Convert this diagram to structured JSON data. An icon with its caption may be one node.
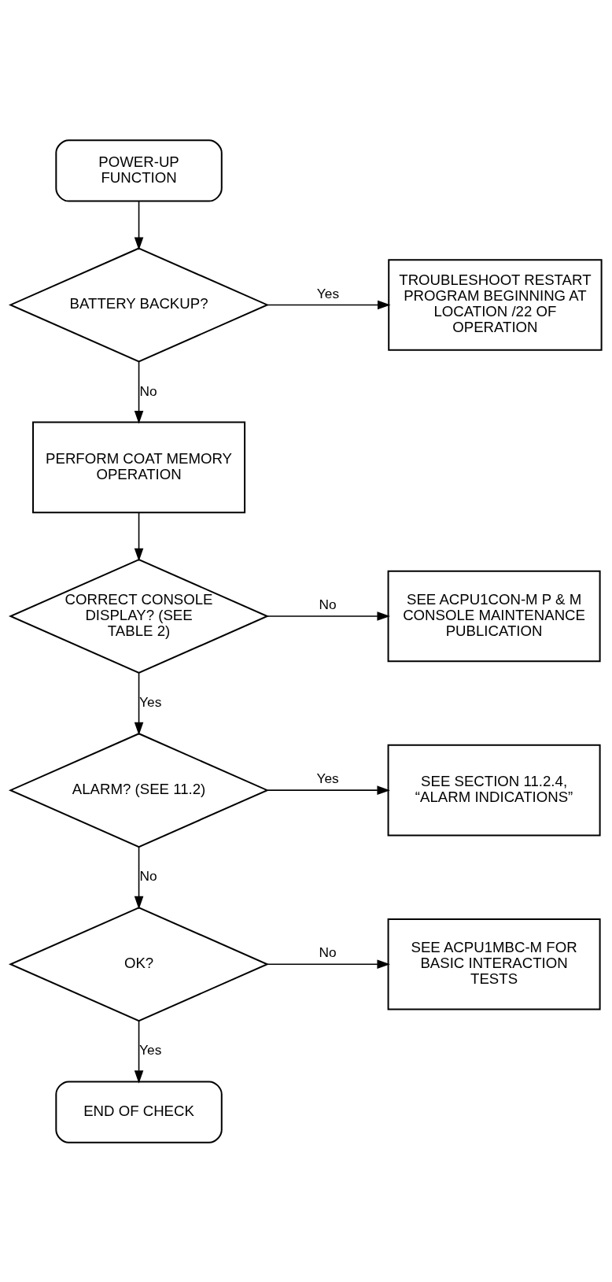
{
  "diagram": {
    "nodes": [
      {
        "text": [
          "POWER-UP FUNCTION"
        ]
      },
      {
        "text": [
          "BATTERY BACKUP?"
        ]
      },
      {
        "text": [
          "TROUBLESHOOT RESTART PROGRAM BEGINNING AT LOCATION /22 OF OPERATION"
        ]
      },
      {
        "text": [
          "PERFORM COAT MEMORY OPERATION"
        ]
      },
      {
        "text": [
          "CORRECT CONSOLE DISPLAY? (SEE TABLE 2)"
        ]
      },
      {
        "text": [
          "SEE ACPU1CON-M P & M CONSOLE MAINTENANCE PUBLICATION"
        ]
      },
      {
        "text": [
          "ALARM? (SEE 11.2)"
        ]
      },
      {
        "text": [
          "SEE SECTION 11.2.4, “ALARM INDICATIONS”"
        ]
      },
      {
        "text": [
          "OK?"
        ]
      },
      {
        "text": [
          "SEE ACPU1MBC-M FOR BASIC INTERACTION TESTS"
        ]
      },
      {
        "text": [
          "END OF CHECK"
        ]
      }
    ],
    "edges": [
      {
        "from": 0,
        "to": 1,
        "arrow": "to"
      },
      {
        "from": 1,
        "to": 2,
        "arrow": "to",
        "label": "Yes"
      },
      {
        "from": 1,
        "to": 3,
        "arrow": "to",
        "label": "No"
      },
      {
        "from": 3,
        "to": 4,
        "arrow": "to"
      },
      {
        "from": 4,
        "to": 5,
        "arrow": "to",
        "label": "No"
      },
      {
        "from": 4,
        "to": 6,
        "arrow": "to",
        "label": "Yes"
      },
      {
        "from": 6,
        "to": 7,
        "arrow": "to",
        "label": "Yes"
      },
      {
        "from": 6,
        "to": 8,
        "arrow": "to",
        "label": "No"
      },
      {
        "from": 8,
        "to": 9,
        "arrow": "to",
        "label": "No"
      },
      {
        "from": 8,
        "to": 10,
        "arrow": "to",
        "label": "Yes"
      }
    ]
  }
}
